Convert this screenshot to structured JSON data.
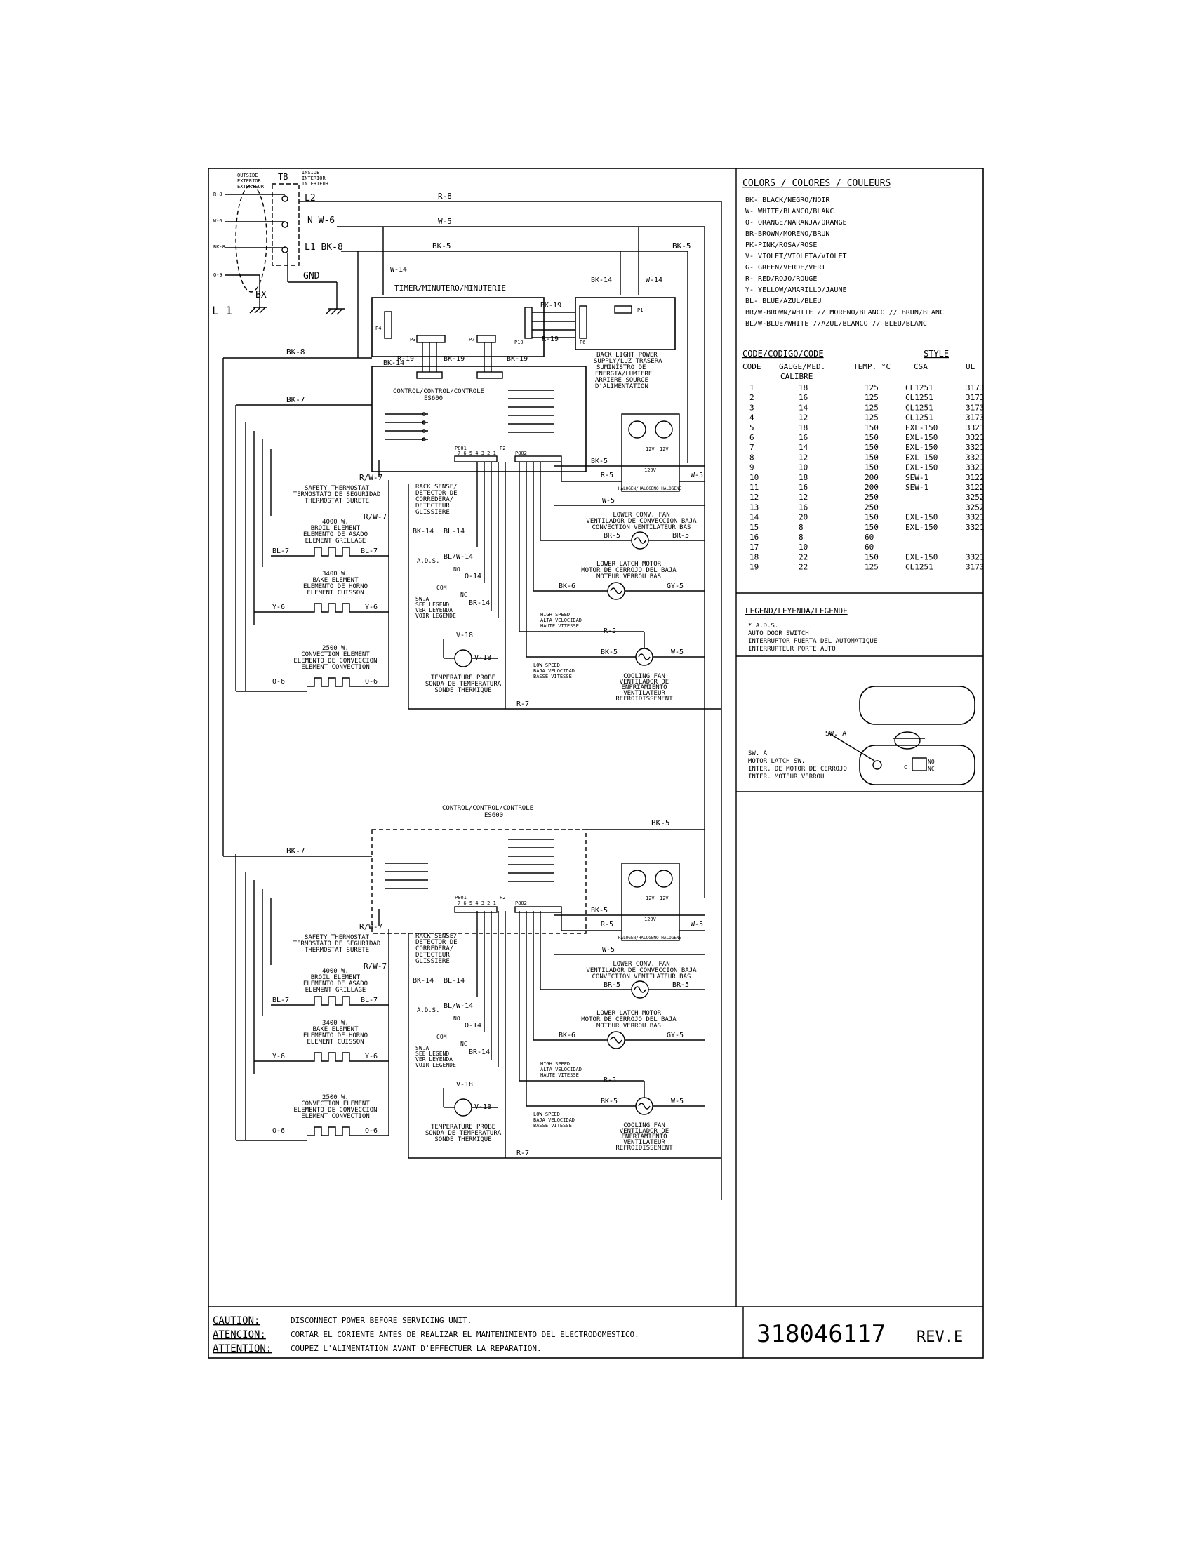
{
  "supply": {
    "outside_label": [
      "OUTSIDE",
      "EXTERIOR",
      "EXTERIEUR"
    ],
    "inside_label": [
      "INSIDE",
      "INTERIOR",
      "INTERIEUR"
    ],
    "tb": "TB",
    "terminals": [
      {
        "left": "R-8",
        "right": "L2"
      },
      {
        "left": "W-6",
        "right": "N  W-6"
      },
      {
        "left": "BK-8",
        "right": "L1  BK-8"
      }
    ],
    "gnd": "GND",
    "bx": "BX",
    "o9": "O-9",
    "l1": "L 1"
  },
  "top_wires": {
    "r8": "R-8",
    "w5": "W-5",
    "bk5a": "BK-5",
    "bk5b": "BK-5",
    "w14a": "W-14",
    "w14b": "W-14",
    "bk14": "BK-14",
    "bk19a": "BK-19",
    "r19a": "R-19",
    "bk8": "BK-8",
    "bk7": "BK-7",
    "r19b": "R-19",
    "bk19b": "BK-19",
    "bk19c": "BK-19",
    "bk14b": "BK-14"
  },
  "timer": {
    "title": "TIMER/MINUTERO/MINUTERIE",
    "p4": "P4",
    "p3": "P3",
    "p7": "P7",
    "p10": "P10",
    "p6": "P6",
    "p1": "P1"
  },
  "back_light": [
    "BACK LIGHT POWER",
    "SUPPLY/LUZ TRASERA",
    "SUMINISTRO DE",
    "ENERGIA/LUMIERE",
    "ARRIERE SOURCE",
    "D'ALIMENTATION"
  ],
  "control_upper": {
    "title": "CONTROL/CONTROL/CONTROLE",
    "model": "ES600"
  },
  "control_lower": {
    "title": "CONTROL/CONTROL/CONTROLE",
    "model": "ES600"
  },
  "circuit": {
    "rw7": "R/W-7",
    "safety_thermostat": [
      "SAFETY THERMOSTAT",
      "TERMOSTATO DE SEGURIDAD",
      "THERMOSTAT SURETE"
    ],
    "broil": [
      "4000 W.",
      "BROIL ELEMENT",
      "ELEMENTO DE ASADO",
      "ELEMENT GRILLAGE"
    ],
    "bake": [
      "3400 W.",
      "BAKE ELEMENT",
      "ELEMENTO DE HORNO",
      "ELEMENT CUISSON"
    ],
    "convection": [
      "2500 W.",
      "CONVECTION ELEMENT",
      "ELEMENTO DE CONVECCION",
      "ELEMENT CONVECTION"
    ],
    "bl7": "BL-7",
    "y6": "Y-6",
    "o6": "O-6",
    "rack_sense": [
      "RACK SENSE/",
      "DETECTOR DE",
      "CORREDERA/",
      "DETECTEUR",
      "GLISSIERE"
    ],
    "bk14": "BK-14",
    "bl14": "BL-14",
    "blw14": "BL/W-14",
    "o14": "O-14",
    "br14": "BR-14",
    "ads": "A.D.S.",
    "swa": [
      "SW.A",
      "SEE LEGEND",
      "VER LEYENDA",
      "VOIR LEGENDE"
    ],
    "com": "COM",
    "no": "NO",
    "nc": "NC",
    "v18": "V-18",
    "probe": [
      "TEMPERATURE PROBE",
      "SONDA DE TEMPERATURA",
      "SONDE THERMIQUE"
    ],
    "r5": "R-5",
    "w5": "W-5",
    "bk5": "BK-5",
    "br5": "BR-5",
    "gy5": "GY-5",
    "bk6": "BK-6",
    "halogen": "HALOGEN/HALOGENO HALOGENE",
    "v120": "120V",
    "v12": "12V",
    "lower_fan": [
      "LOWER CONV. FAN",
      "VENTILADOR DE CONVECCION BAJA",
      "CONVECTION VENTILATEUR BAS"
    ],
    "latch_motor": [
      "LOWER LATCH MOTOR",
      "MOTOR DE CERROJO DEL BAJA",
      "MOTEUR VERROU BAS"
    ],
    "high_speed": [
      "HIGH SPEED",
      "ALTA VELOCIDAD",
      "HAUTE VITESSE"
    ],
    "low_speed": [
      "LOW SPEED",
      "BAJA VELOCIDAD",
      "BASSE VITESSE"
    ],
    "cooling_fan": [
      "COOLING FAN",
      "VENTILADOR DE",
      "ENFRIAMIENTO",
      "VENTILATEUR",
      "REFROIDISSEMENT"
    ],
    "r7": "R-7",
    "p801": "P801",
    "p802": "P802",
    "p2": "P2",
    "pins": "7 6 5 4 3 2 1"
  },
  "colors": {
    "heading": "COLORS / COLORES / COULEURS",
    "items": [
      "BK- BLACK/NEGRO/NOIR",
      "W- WHITE/BLANCO/BLANC",
      "O- ORANGE/NARANJA/ORANGE",
      "BR-BROWN/MORENO/BRUN",
      "PK-PINK/ROSA/ROSE",
      "V- VIOLET/VIOLETA/VIOLET",
      "G- GREEN/VERDE/VERT",
      "R- RED/ROJO/ROUGE",
      "Y- YELLOW/AMARILLO/JAUNE",
      "BL- BLUE/AZUL/BLEU",
      "BR/W-BROWN/WHITE // MORENO/BLANCO // BRUN/BLANC",
      "BL/W-BLUE/WHITE //AZUL/BLANCO // BLEU/BLANC"
    ]
  },
  "codes": {
    "heading": "CODE/CODIGO/CODE",
    "style": "STYLE",
    "headers": [
      "CODE",
      "GAUGE/MED.",
      "TEMP. °C",
      "CSA",
      "UL"
    ],
    "calibre": "CALIBRE",
    "rows": [
      [
        "1",
        "18",
        "125",
        "CL1251",
        "3173"
      ],
      [
        "2",
        "16",
        "125",
        "CL1251",
        "3173"
      ],
      [
        "3",
        "14",
        "125",
        "CL1251",
        "3173"
      ],
      [
        "4",
        "12",
        "125",
        "CL1251",
        "3173"
      ],
      [
        "5",
        "18",
        "150",
        "EXL-150",
        "3321"
      ],
      [
        "6",
        "16",
        "150",
        "EXL-150",
        "3321"
      ],
      [
        "7",
        "14",
        "150",
        "EXL-150",
        "3321"
      ],
      [
        "8",
        "12",
        "150",
        "EXL-150",
        "3321"
      ],
      [
        "9",
        "10",
        "150",
        "EXL-150",
        "3321"
      ],
      [
        "10",
        "18",
        "200",
        "SEW-1",
        "3122"
      ],
      [
        "11",
        "16",
        "200",
        "SEW-1",
        "3122"
      ],
      [
        "12",
        "12",
        "250",
        "",
        "3252"
      ],
      [
        "13",
        "16",
        "250",
        "",
        "3252"
      ],
      [
        "14",
        "20",
        "150",
        "EXL-150",
        "3321"
      ],
      [
        "15",
        "8",
        "150",
        "EXL-150",
        "3321"
      ],
      [
        "16",
        "8",
        "60",
        "",
        ""
      ],
      [
        "17",
        "10",
        "60",
        "",
        ""
      ],
      [
        "18",
        "22",
        "150",
        "EXL-150",
        "3321"
      ],
      [
        "19",
        "22",
        "125",
        "CL1251",
        "3173"
      ]
    ]
  },
  "legend": {
    "heading": "LEGEND/LEYENDA/LEGENDE",
    "items": [
      "* A.D.S.",
      "AUTO DOOR SWITCH",
      "INTERRUPTOR PUERTA DEL AUTOMATIQUE",
      "INTERRUPTEUR PORTE AUTO"
    ]
  },
  "motor_switch": {
    "swa": "SW. A",
    "lines": [
      "SW. A",
      "MOTOR LATCH SW.",
      "INTER. DE MOTOR DE CERROJO",
      "INTER. MOTEUR VERROU"
    ],
    "no": "NO",
    "nc": "NC",
    "c": "C"
  },
  "caution": {
    "lines": [
      {
        "label": "CAUTION:",
        "text": "DISCONNECT POWER BEFORE SERVICING UNIT."
      },
      {
        "label": "ATENCION:",
        "text": "CORTAR EL CORIENTE ANTES DE REALIZAR EL MANTENIMIENTO DEL ELECTRODOMESTICO."
      },
      {
        "label": "ATTENTION:",
        "text": "COUPEZ L'ALIMENTATION AVANT D'EFFECTUER LA REPARATION."
      }
    ]
  },
  "part_number": "318046117",
  "revision": "REV.E"
}
